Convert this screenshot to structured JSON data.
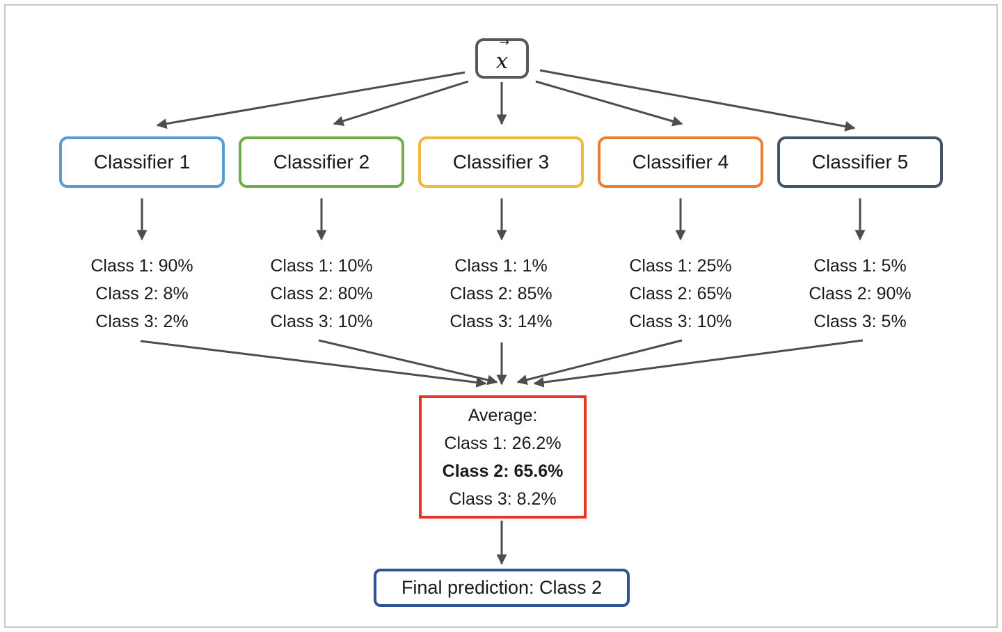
{
  "canvas": {
    "background": "#ffffff",
    "frame_color": "#c9c9c9",
    "arrow_color": "#4d4d4d"
  },
  "input_node": {
    "symbol": "x",
    "vector_arrow": "→",
    "border_color": "#595959"
  },
  "classifiers": [
    {
      "label": "Classifier 1",
      "border_color": "#5B9BD5",
      "outputs": [
        "Class 1: 90%",
        "Class 2: 8%",
        "Class 3: 2%"
      ]
    },
    {
      "label": "Classifier 2",
      "border_color": "#70AD47",
      "outputs": [
        "Class 1: 10%",
        "Class 2: 80%",
        "Class 3: 10%"
      ]
    },
    {
      "label": "Classifier 3",
      "border_color": "#EEB93D",
      "outputs": [
        "Class 1: 1%",
        "Class 2: 85%",
        "Class 3: 14%"
      ]
    },
    {
      "label": "Classifier 4",
      "border_color": "#ED7D31",
      "outputs": [
        "Class 1: 25%",
        "Class 2: 65%",
        "Class 3: 10%"
      ]
    },
    {
      "label": "Classifier 5",
      "border_color": "#44546A",
      "outputs": [
        "Class 1: 5%",
        "Class 2: 90%",
        "Class 3: 5%"
      ]
    }
  ],
  "average_node": {
    "border_color": "#EA3323",
    "title": "Average:",
    "lines": [
      {
        "text": "Class 1: 26.2%",
        "bold": false
      },
      {
        "text": "Class 2: 65.6%",
        "bold": true
      },
      {
        "text": "Class 3: 8.2%",
        "bold": false
      }
    ]
  },
  "final_node": {
    "border_color": "#2E5395",
    "label": "Final prediction: Class 2"
  }
}
